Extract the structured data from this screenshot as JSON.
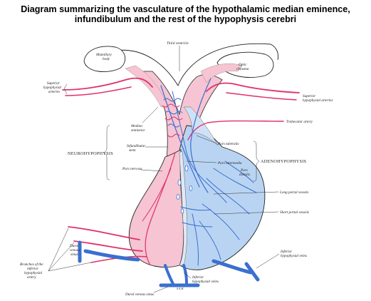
{
  "title": {
    "line1": "Diagram summarizing the vasculature of the hypothalamic median eminence,",
    "line2": "infundibulum and the rest of the hypophysis cerebri"
  },
  "labels": {
    "third_ventricle": "Third ventricle",
    "mamillary": [
      "Mamillary",
      "body"
    ],
    "optic_chiasma": [
      "Optic",
      "chiasma"
    ],
    "superior_arteries_left": [
      "Superior",
      "hypophysial",
      "arteries"
    ],
    "superior_arteries_right": [
      "Superior",
      "hypophysial arteries"
    ],
    "trabecular_artery": "Trabecular artery",
    "median_eminence": [
      "Median",
      "eminence"
    ],
    "pars_tuberalis": "Pars tuberalis",
    "infundibular_stem": [
      "Infundibular",
      "stem"
    ],
    "neurohypophysis": "NEUROHYPOPHYSIS",
    "pars_intermedia": "Pars intermedia",
    "adenohypophysis": "ADENOHYPOPHYSIS",
    "pars_nervosa": "Pars nervosa",
    "pars_distalis": [
      "Pars",
      "distalis"
    ],
    "long_portal": "Long portal vessels",
    "short_portal": "Short portal vessels",
    "dural_sinus_left": [
      "Dural",
      "venous",
      "sinus"
    ],
    "inferior_veins_right": [
      "Inferior",
      "hypophysial veins"
    ],
    "branches": [
      "Branches of the",
      "inferior",
      "hypophysial",
      "artery"
    ],
    "inferior_veins_bottom": [
      "Inferior",
      "hypophysial veins"
    ],
    "signature": "S.A.H.",
    "dural_sinus_bottom": "Dural venous sinus"
  },
  "colors": {
    "artery": "#e0306a",
    "vein": "#3b6fd0",
    "neuro_fill": "#f6c4d2",
    "adeno_fill": "#b9d4f2"
  }
}
